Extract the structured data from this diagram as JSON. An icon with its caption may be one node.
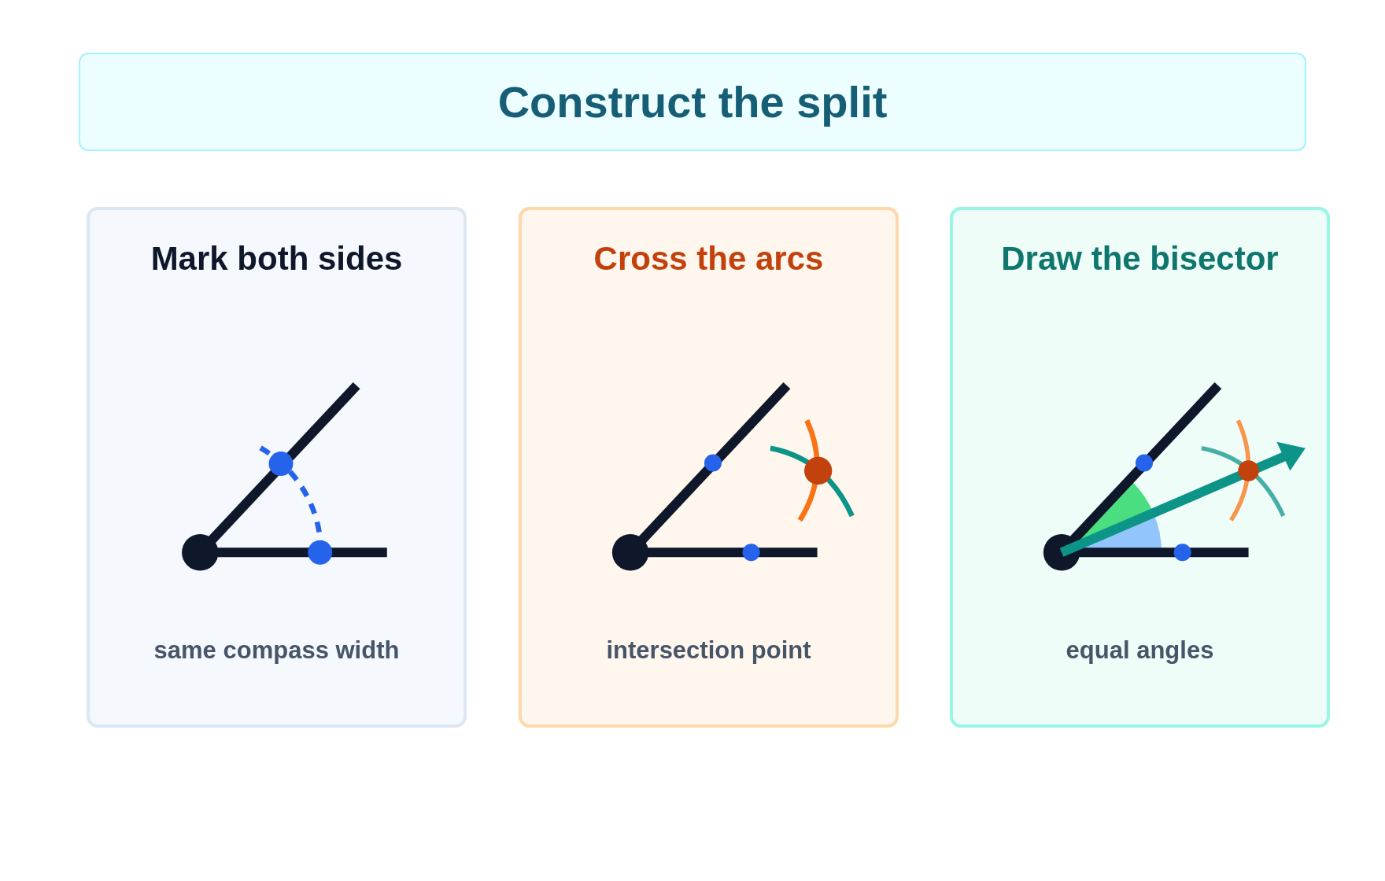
{
  "diagram": {
    "title": "Construct the split",
    "nodes": [
      {
        "text": [
          "Mark both sides",
          "same compass width"
        ]
      },
      {
        "text": [
          "Cross the arcs",
          "intersection point"
        ]
      },
      {
        "text": [
          "Draw the bisector",
          "equal angles"
        ]
      }
    ]
  }
}
